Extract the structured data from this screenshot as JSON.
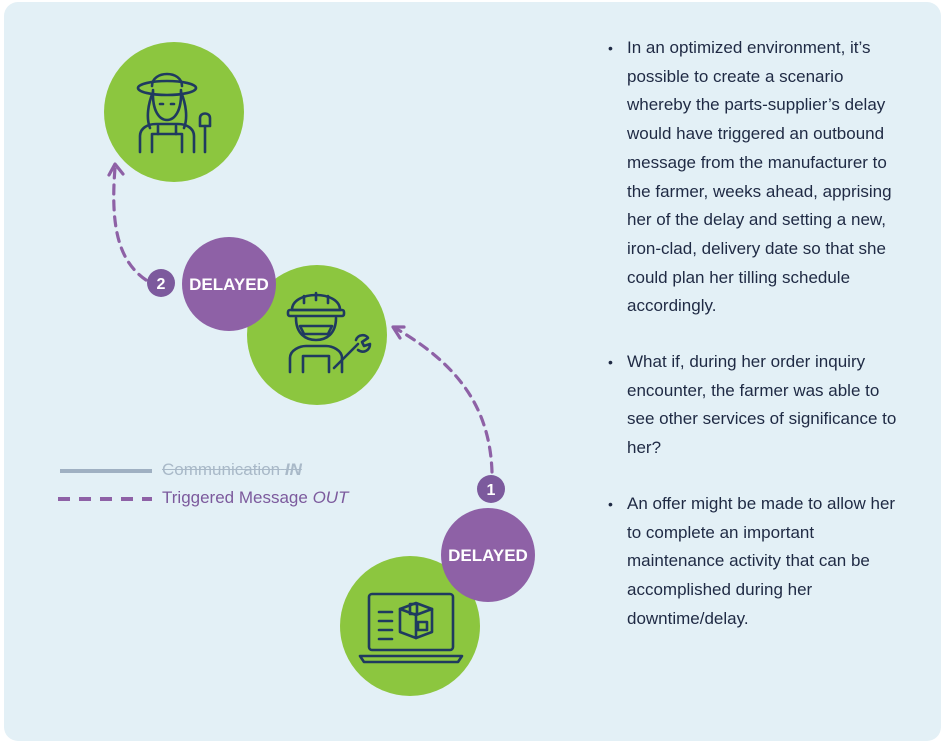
{
  "legend": {
    "in_label": "Communication",
    "in_emphasis": "IN",
    "out_label": "Triggered Message",
    "out_emphasis": "OUT"
  },
  "steps": [
    {
      "number": "1",
      "status": "DELAYED"
    },
    {
      "number": "2",
      "status": "DELAYED"
    }
  ],
  "nodes": {
    "farmer": "farmer-icon",
    "mechanic": "mechanic-icon",
    "supplier": "laptop-package-icon"
  },
  "bullets": [
    "In an optimized environment, it’s possible to create a scenario whereby the parts-supplier’s delay would have triggered an outbound message from the manufacturer to the farmer, weeks ahead, apprising her of the delay and setting a new, iron-clad, delivery date so that she could plan her tilling schedule accordingly.",
    "What if, during her order inquiry encounter, the farmer was able to see other services of significance to her?",
    "An offer might be made to allow her to complete an important maintenance activity that can be accomplished during her downtime/delay."
  ],
  "colors": {
    "background": "#e3f0f6",
    "green": "#8cc63f",
    "purple": "#8e61a6",
    "dark_purple": "#7c5a9d",
    "icon": "#1f3a5f",
    "text": "#1f2a44",
    "legend_in_line": "#9fb0c2"
  }
}
